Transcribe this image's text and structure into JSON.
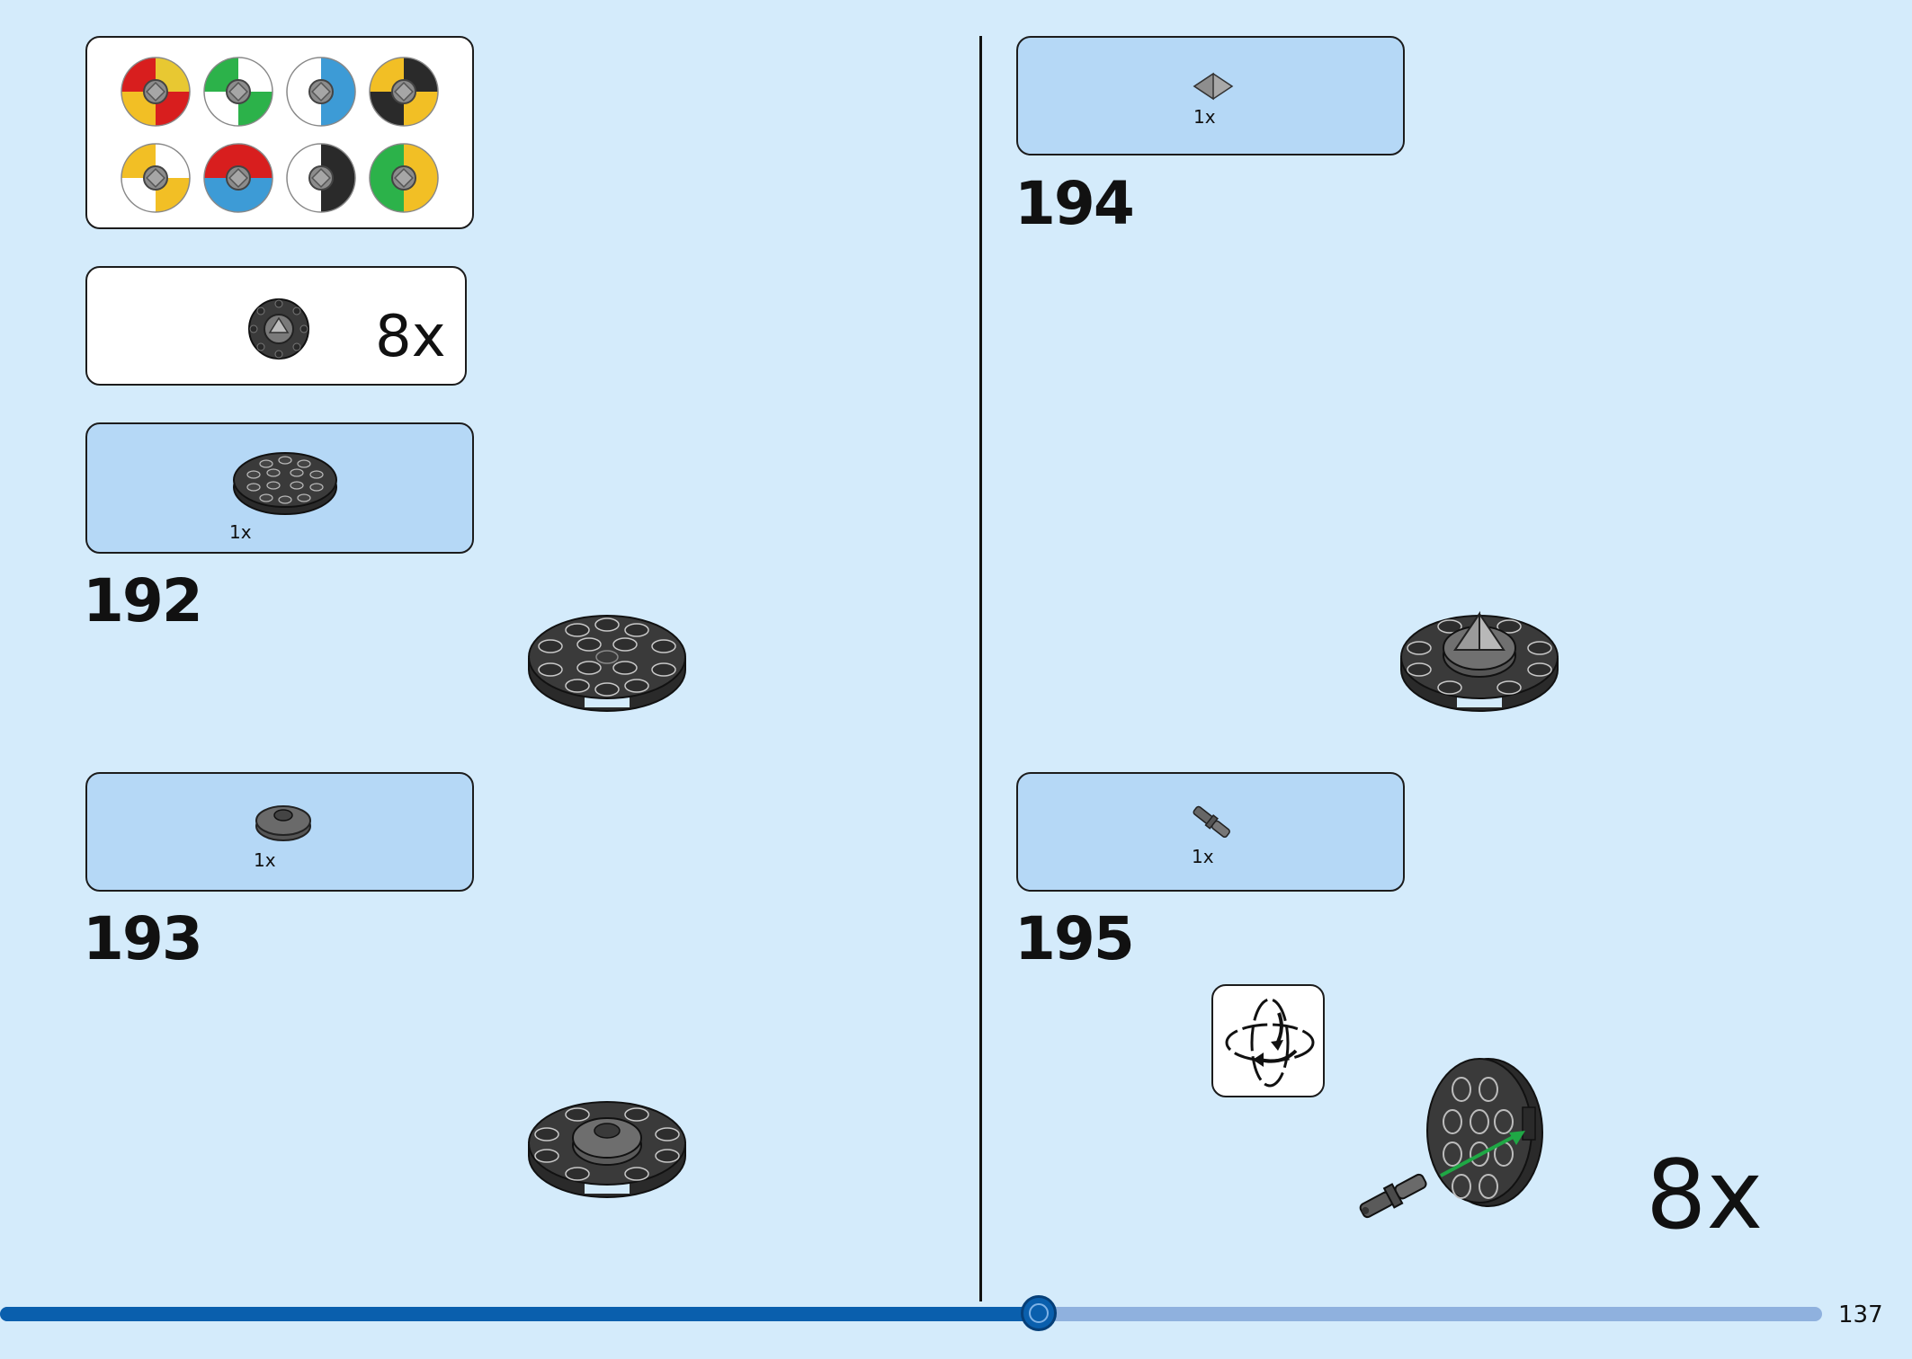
{
  "colors": {
    "background": "#d4ebfb",
    "callout_blue": "#b5d8f6",
    "progress_fill": "#0a5fad",
    "progress_track": "#8fb1de",
    "arrow_green": "#1fa845"
  },
  "left_page": {
    "color_key": {
      "icons": [
        "tile-color-key-red-yellow",
        "tile-color-key-green-white",
        "tile-color-key-blue-white",
        "tile-color-key-black-yellow",
        "tile-color-key-yellow-white",
        "tile-color-key-red-blue",
        "tile-color-key-black-white",
        "tile-color-key-yellow-green"
      ]
    },
    "subassembly_multiplier": "8x",
    "step_192": {
      "number": "192",
      "parts_qty": "1x"
    },
    "step_193": {
      "number": "193",
      "parts_qty": "1x"
    }
  },
  "right_page": {
    "step_194": {
      "number": "194",
      "parts_qty": "1x"
    },
    "step_195": {
      "number": "195",
      "parts_qty": "1x",
      "rotate_icon": "rotate-model-icon",
      "multiplier": "8x"
    }
  },
  "footer": {
    "progress": 0.57,
    "page_number": "137"
  }
}
